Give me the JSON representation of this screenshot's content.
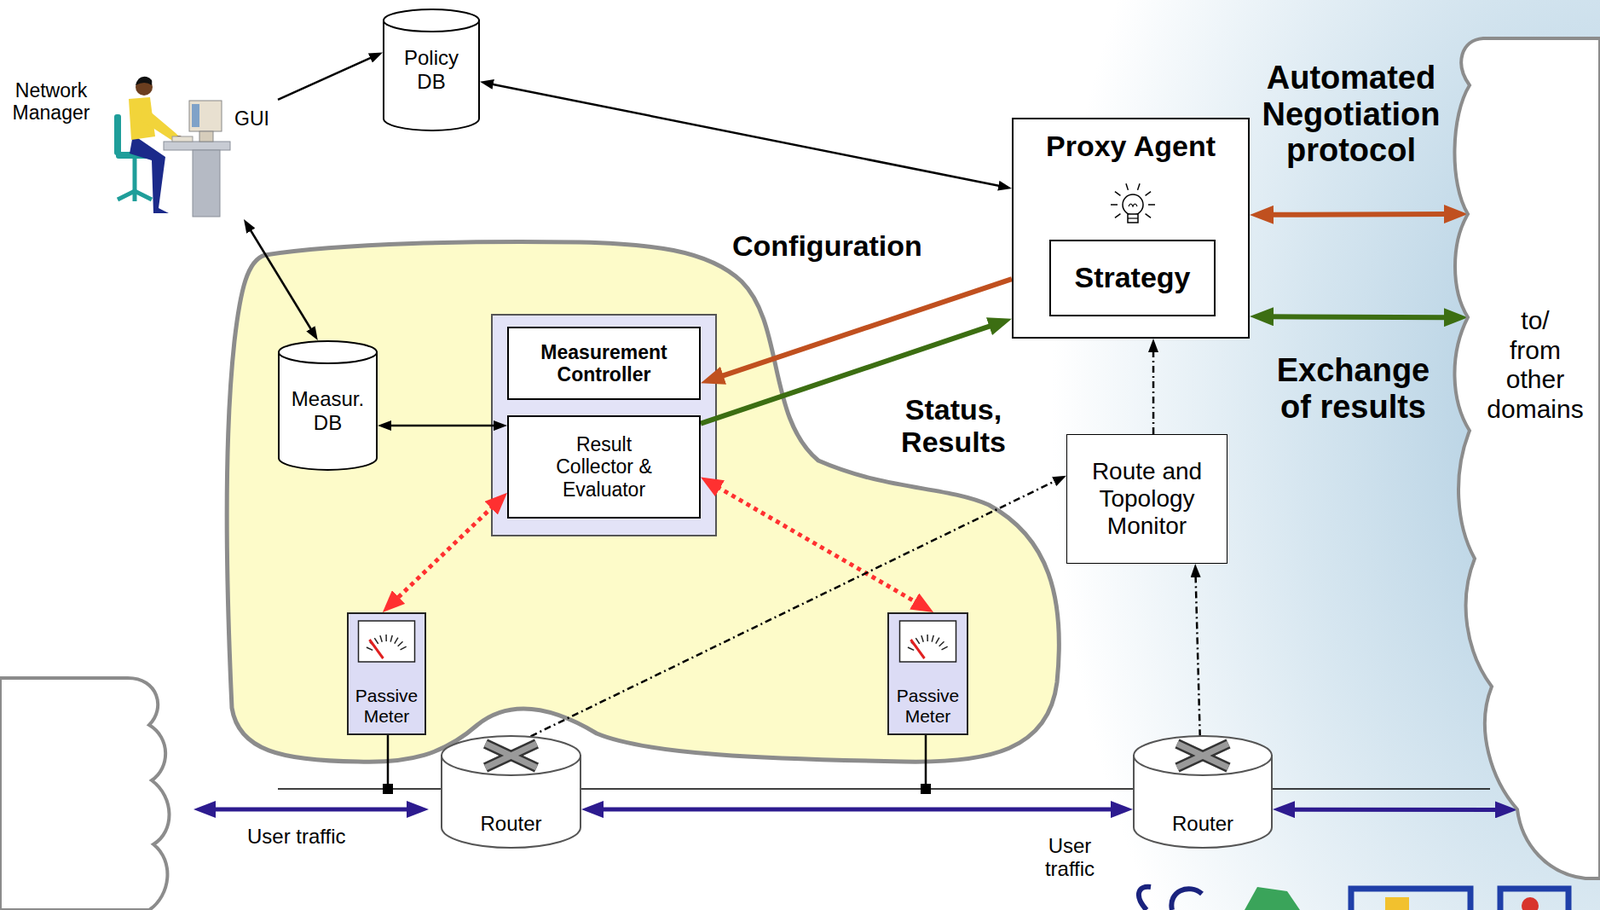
{
  "diagram": {
    "nodes": [
      {
        "text": [
          "Network Manager",
          "GUI"
        ]
      },
      {
        "text": [
          "Policy DB"
        ]
      },
      {
        "text": [
          "Proxy Agent"
        ]
      },
      {
        "text": [
          "Strategy"
        ],
        "in": 2
      },
      {
        "text": [
          "to/ from other domains"
        ]
      },
      {
        "text": [
          "Measur. DB"
        ]
      },
      {
        "text": [
          "Measurement Controller"
        ]
      },
      {
        "text": [
          "Result Collector & Evaluator"
        ]
      },
      {
        "text": [
          "Route and Topology Monitor"
        ]
      },
      {
        "text": [
          "Passive Meter"
        ]
      },
      {
        "text": [
          "Passive Meter"
        ]
      },
      {
        "text": [
          "Router"
        ]
      },
      {
        "text": [
          "Router"
        ]
      }
    ],
    "edges": [
      {
        "from": 0,
        "to": 1,
        "arrow": "to"
      },
      {
        "from": 1,
        "to": 2,
        "arrow": "both"
      },
      {
        "from": 0,
        "to": 5,
        "arrow": "both"
      },
      {
        "from": 2,
        "to": 6,
        "label": "Configuration",
        "arrow": "to"
      },
      {
        "from": 7,
        "to": 2,
        "label": "Status, Results",
        "arrow": "to"
      },
      {
        "from": 2,
        "to": 4,
        "label": "Automated Negotiation protocol",
        "arrow": "both"
      },
      {
        "from": 2,
        "to": 4,
        "label": "Exchange of results",
        "arrow": "both"
      },
      {
        "from": 5,
        "to": 7,
        "arrow": "both"
      },
      {
        "from": 7,
        "to": 9,
        "arrow": "both"
      },
      {
        "from": 7,
        "to": 10,
        "arrow": "both"
      },
      {
        "from": 11,
        "to": 8,
        "arrow": "to"
      },
      {
        "from": 12,
        "to": 8,
        "arrow": "to"
      },
      {
        "from": 8,
        "to": 2,
        "arrow": "to"
      },
      {
        "from": 11,
        "to": 12,
        "label": "User traffic",
        "arrow": "both"
      },
      {
        "from": 12,
        "to": 4,
        "arrow": "both"
      }
    ],
    "labels": [
      "User traffic"
    ]
  }
}
